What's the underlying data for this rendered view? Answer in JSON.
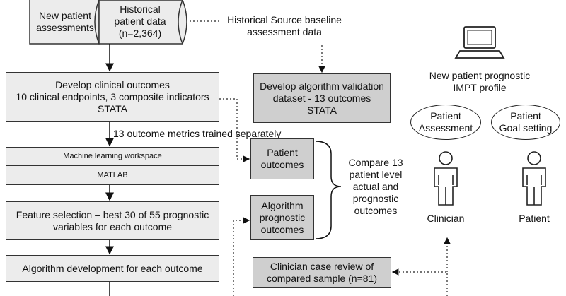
{
  "data_sources": {
    "new_patient": [
      "New patient",
      "assessments"
    ],
    "historical": [
      "Historical",
      "patient data",
      "(n=2,364)"
    ],
    "baseline_note": [
      "Historical Source baseline",
      "assessment data"
    ]
  },
  "pipeline": {
    "outcomes": [
      "Develop clinical outcomes",
      "10 clinical endpoints, 3 composite indicators",
      "STATA"
    ],
    "trained_note": "13 outcome metrics trained separately",
    "workspace_title": "Machine learning workspace",
    "workspace_tool": "MATLAB",
    "feature_selection": [
      "Feature selection – best 30 of 55 prognostic",
      "variables for each outcome"
    ],
    "algorithm_dev": "Algorithm development for each outcome"
  },
  "validation": {
    "dataset": [
      "Develop algorithm validation",
      "dataset - 13 outcomes",
      "STATA"
    ],
    "patient_outcomes": [
      "Patient",
      "outcomes"
    ],
    "algorithm_outcomes": [
      "Algorithm",
      "prognostic",
      "outcomes"
    ],
    "compare": [
      "Compare 13",
      "patient level",
      "actual and",
      "prognostic",
      "outcomes"
    ],
    "case_review": [
      "Clinician case review of",
      "compared sample (n=81)"
    ]
  },
  "clinical": {
    "profile": [
      "New patient prognostic",
      "IMPT profile"
    ],
    "patient_assessment": [
      "Patient",
      "Assessment"
    ],
    "goal_setting": [
      "Patient",
      "Goal setting"
    ],
    "clinician_label": "Clinician",
    "patient_label": "Patient"
  }
}
